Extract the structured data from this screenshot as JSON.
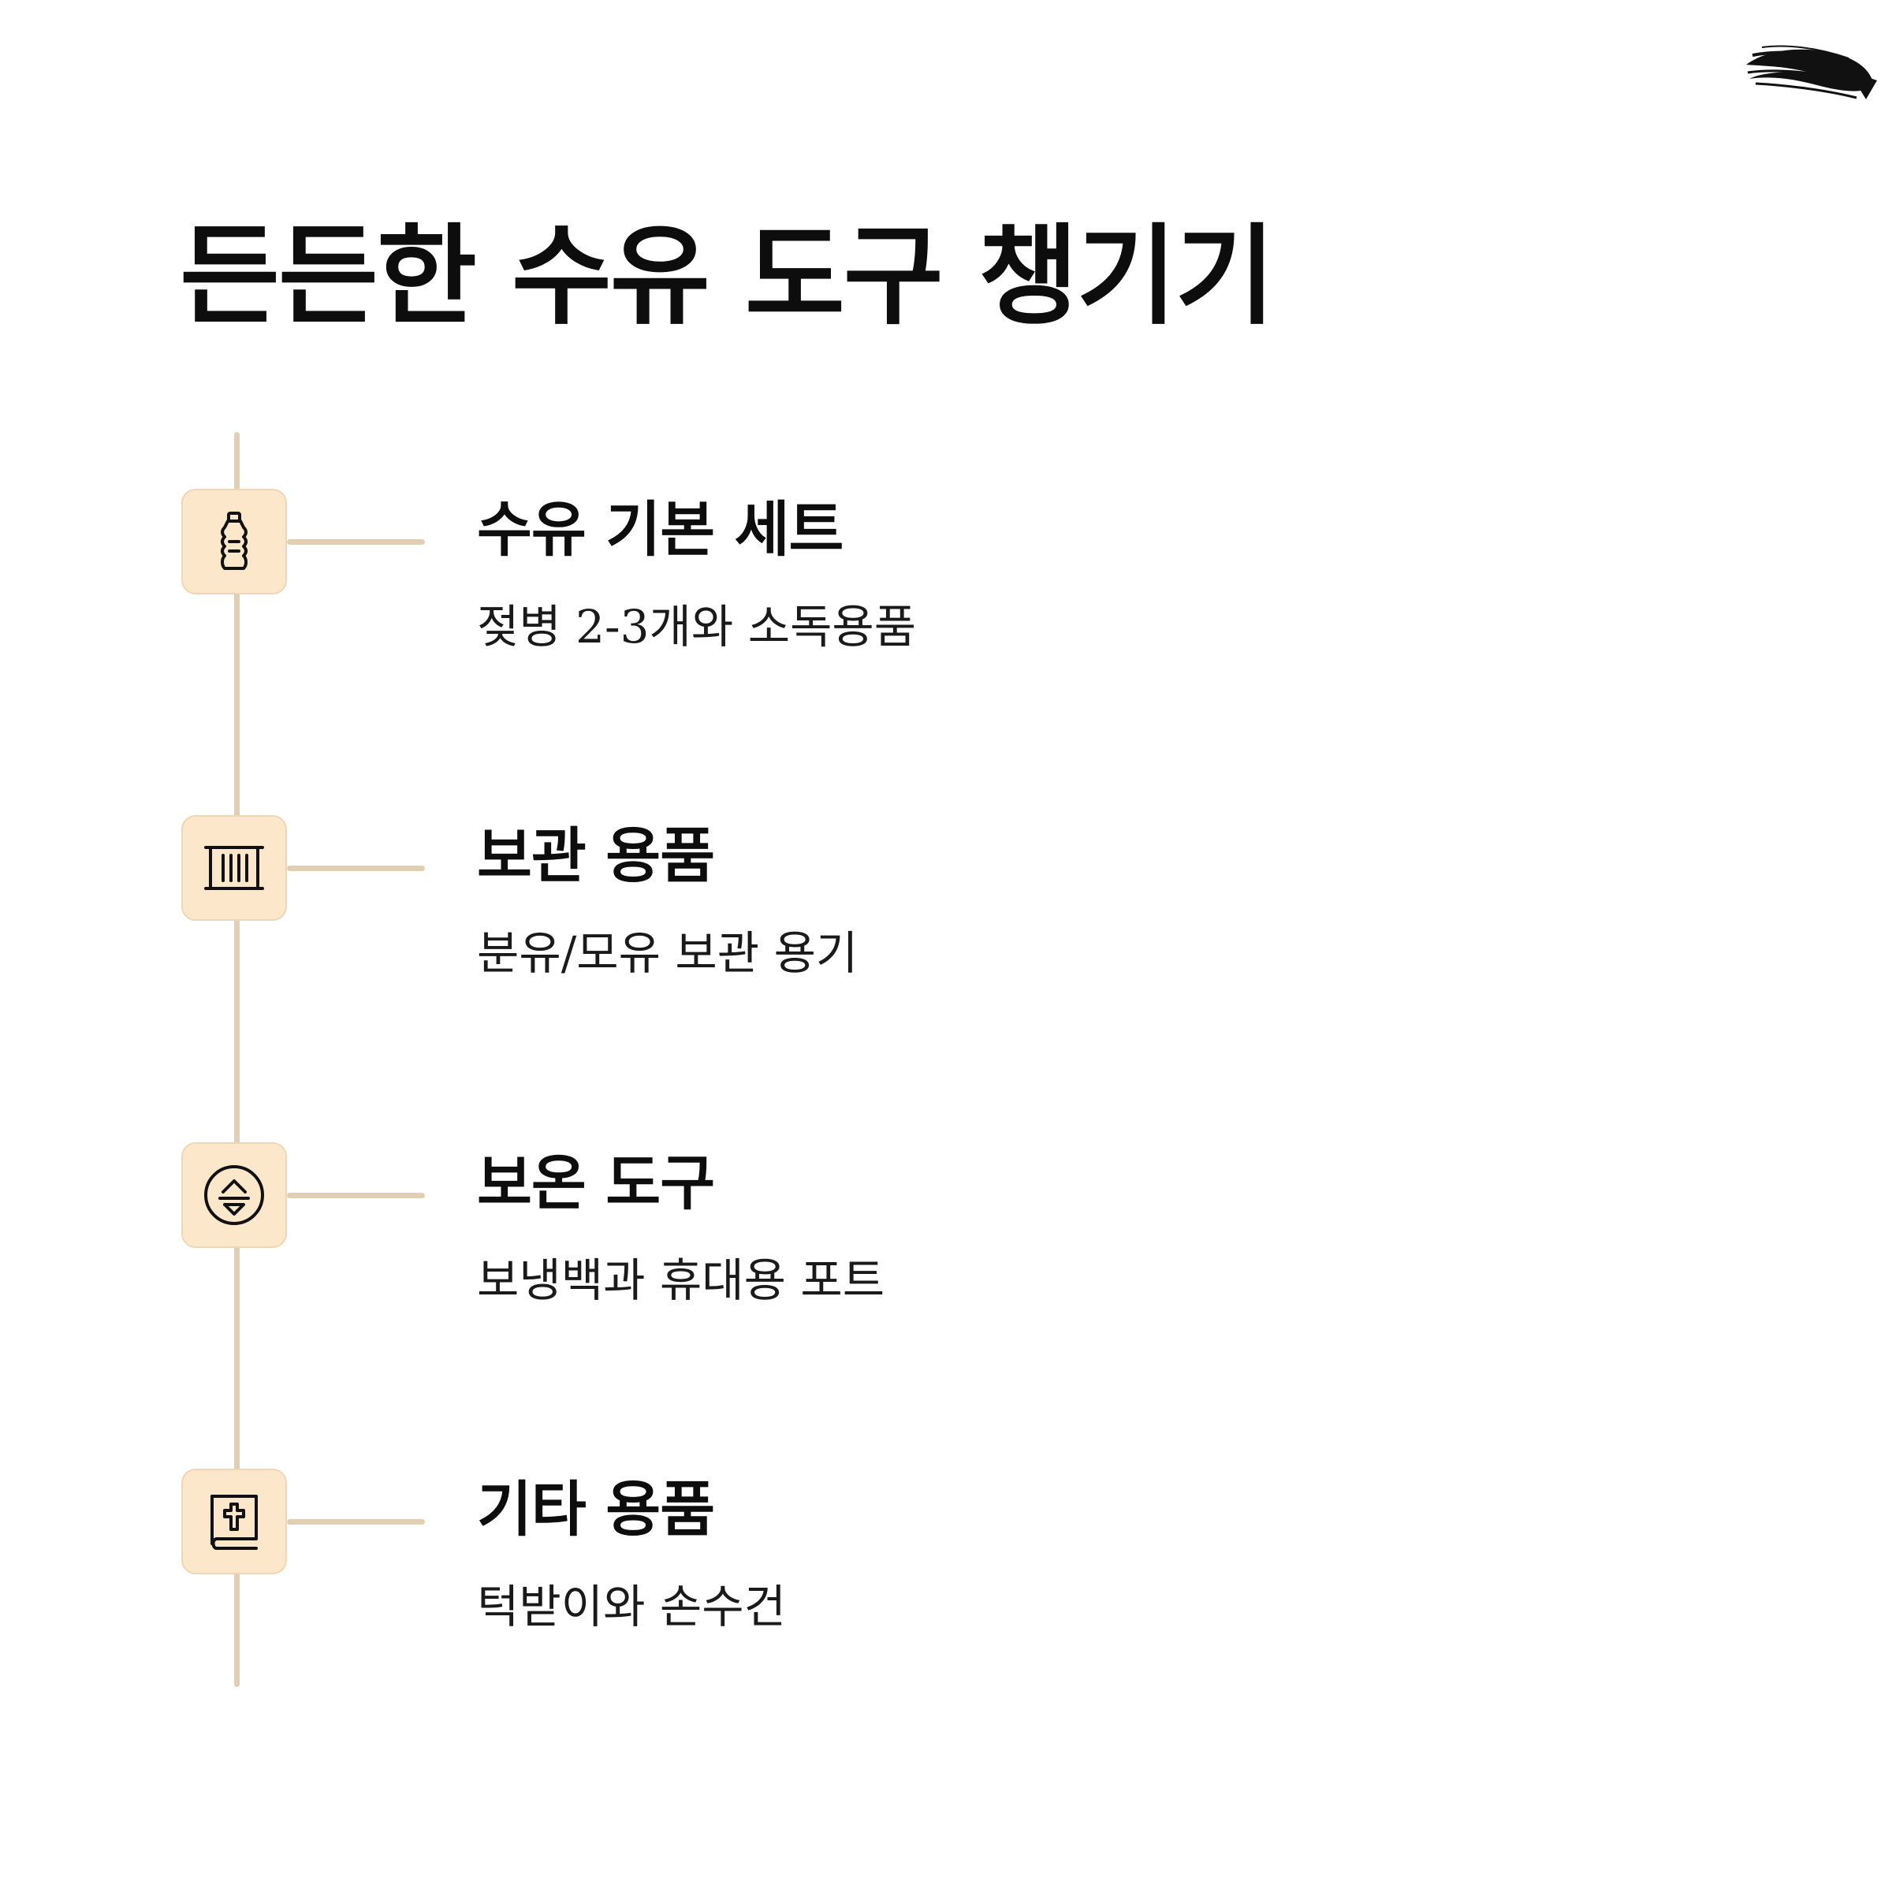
{
  "title": "든든한 수유 도구 챙기기",
  "steps": [
    {
      "title": "수유 기본 세트",
      "description": "젖병 2-3개와 소독용품",
      "icon": "bottle-icon"
    },
    {
      "title": "보관 용품",
      "description": "분유/모유 보관 용기",
      "icon": "storage-container-icon"
    },
    {
      "title": "보온 도구",
      "description": "보냉백과 휴대용 포트",
      "icon": "temperature-toggle-icon"
    },
    {
      "title": "기타 용품",
      "description": "턱받이와 손수건",
      "icon": "book-cross-icon"
    }
  ],
  "colors": {
    "timeline": "#e2cfb2",
    "icon_background": "#fde7cb",
    "text": "#0d0d0d"
  }
}
